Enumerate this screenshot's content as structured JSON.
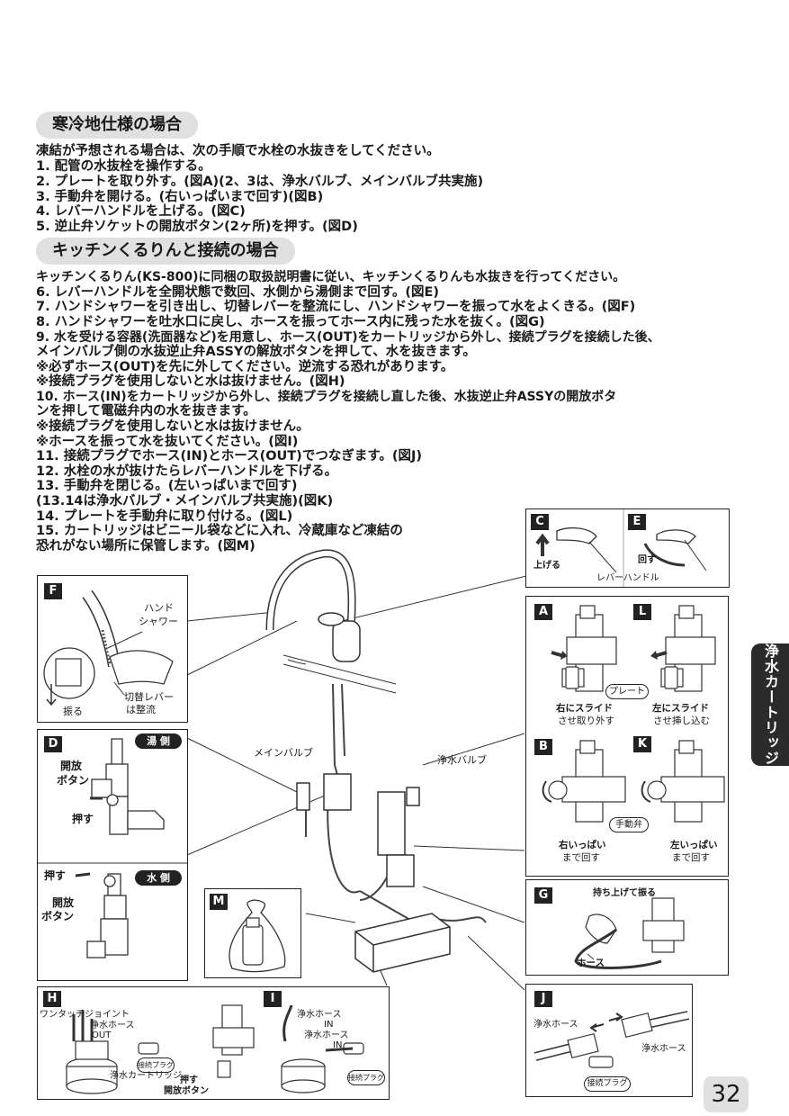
{
  "section1": {
    "title": "寒冷地仕様の場合",
    "intro": "凍結が予想される場合は、次の手順で水栓の水抜きをしてください。",
    "steps": [
      "1. 配管の水抜栓を操作する。",
      "2. プレートを取り外す。(図A)(2、3は、浄水バルブ、メインバルブ共実施)",
      "3. 手動弁を開ける。(右いっぱいまで回す)(図B)",
      "4. レバーハンドルを上げる。(図C)",
      "5. 逆止弁ソケットの開放ボタン(2ヶ所)を押す。(図D)"
    ]
  },
  "section2": {
    "title": "キッチンくるりんと接続の場合",
    "intro": "キッチンくるりん(KS-800)に同梱の取扱説明書に従い、キッチンくるりんも水抜きを行ってください。",
    "steps": [
      "6. レバーハンドルを全開状態で数回、水側から湯側まで回す。(図E)",
      "7. ハンドシャワーを引き出し、切替レバーを整流にし、ハンドシャワーを振って水をよくきる。(図F)",
      "8. ハンドシャワーを吐水口に戻し、ホースを振ってホース内に残った水を抜く。(図G)",
      "9. 水を受ける容器(洗面器など)を用意し、ホース(OUT)をカートリッジから外し、接続プラグを接続した後、",
      "    メインバルブ側の水抜逆止弁ASSYの解放ボタンを押して、水を抜きます。",
      "      ※必ずホース(OUT)を先に外してください。逆流する恐れがあります。",
      "      ※接続プラグを使用しないと水は抜けません。(図H)",
      "10. ホース(IN)をカートリッジから外し、接続プラグを接続し直した後、水抜逆止弁ASSYの開放ボタ",
      "    ンを押して電磁弁内の水を抜きます。",
      "      ※接続プラグを使用しないと水は抜けません。",
      "      ※ホースを振って水を抜いてください。(図I)",
      "11. 接続プラグでホース(IN)とホース(OUT)でつなぎます。(図J)",
      "12. 水栓の水が抜けたらレバーハンドルを下げる。",
      "13. 手動弁を閉じる。(左いっぱいまで回す)",
      "    (13.14は浄水バルブ・メインバルブ共実施)(図K)",
      "14. プレートを手動弁に取り付ける。(図L)",
      "15. カートリッジはビニール袋などに入れ、冷蔵庫など凍結の",
      "    恐れがない場所に保管します。(図M)"
    ]
  },
  "figures": {
    "C": {
      "tag": "C",
      "up_label": "上げる"
    },
    "E": {
      "tag": "E",
      "turn_label": "回す",
      "lever_label": "レバーハンドル"
    },
    "F": {
      "tag": "F",
      "shower_label_1": "ハンド",
      "shower_label_2": "シャワー",
      "lever_label_1": "切替レバー",
      "lever_label_2": "は整流",
      "shake_label": "振る"
    },
    "A": {
      "tag": "A",
      "plate_label": "プレート",
      "slide_label": "右にスライド",
      "sub_label": "させ取り外す"
    },
    "L": {
      "tag": "L",
      "slide_label": "左にスライド",
      "sub_label": "させ挿し込む"
    },
    "D": {
      "tag": "D",
      "hot_label": "湯 側",
      "cold_label": "水 側",
      "open_label_1": "開放",
      "open_label_2": "ボタン",
      "push_label": "押す",
      "push_label_2": "押す",
      "open_label_3": "開放",
      "open_label_4": "ボタン"
    },
    "main": {
      "main_valve_label": "メインバルブ",
      "filter_valve_label": "浄水バルブ"
    },
    "B": {
      "tag": "B",
      "full_label_1": "右いっぱい",
      "full_label_2": "まで回す"
    },
    "K": {
      "tag": "K",
      "manual_label": "手動弁",
      "full_label_1": "左いっぱい",
      "full_label_2": "まで回す"
    },
    "M": {
      "tag": "M"
    },
    "G": {
      "tag": "G",
      "lift_label": "持ち上げて振る",
      "hose_label": "ホース"
    },
    "H": {
      "tag": "H",
      "onetouch_label": "ワンタッチジョイント",
      "hose_label_1": "浄水ホース",
      "hose_label_2": "OUT",
      "plug_label": "接続プラグ",
      "cartridge_label": "浄水カートリッジ",
      "push_label": "押す",
      "open_label": "開放ボタン"
    },
    "I": {
      "tag": "I",
      "hose_label_1": "浄水ホース",
      "hose_label_2": "IN",
      "hose_label_3": "浄水ホース",
      "hose_label_4": "IN",
      "plug_label": "接続プラグ"
    },
    "J": {
      "tag": "J",
      "hose_left": "浄水ホース",
      "hose_right": "浄水ホース",
      "plug_label": "接続プラグ"
    }
  },
  "sidebar": {
    "tab_label": "浄水カートリッジ"
  },
  "page": {
    "number": "32"
  }
}
